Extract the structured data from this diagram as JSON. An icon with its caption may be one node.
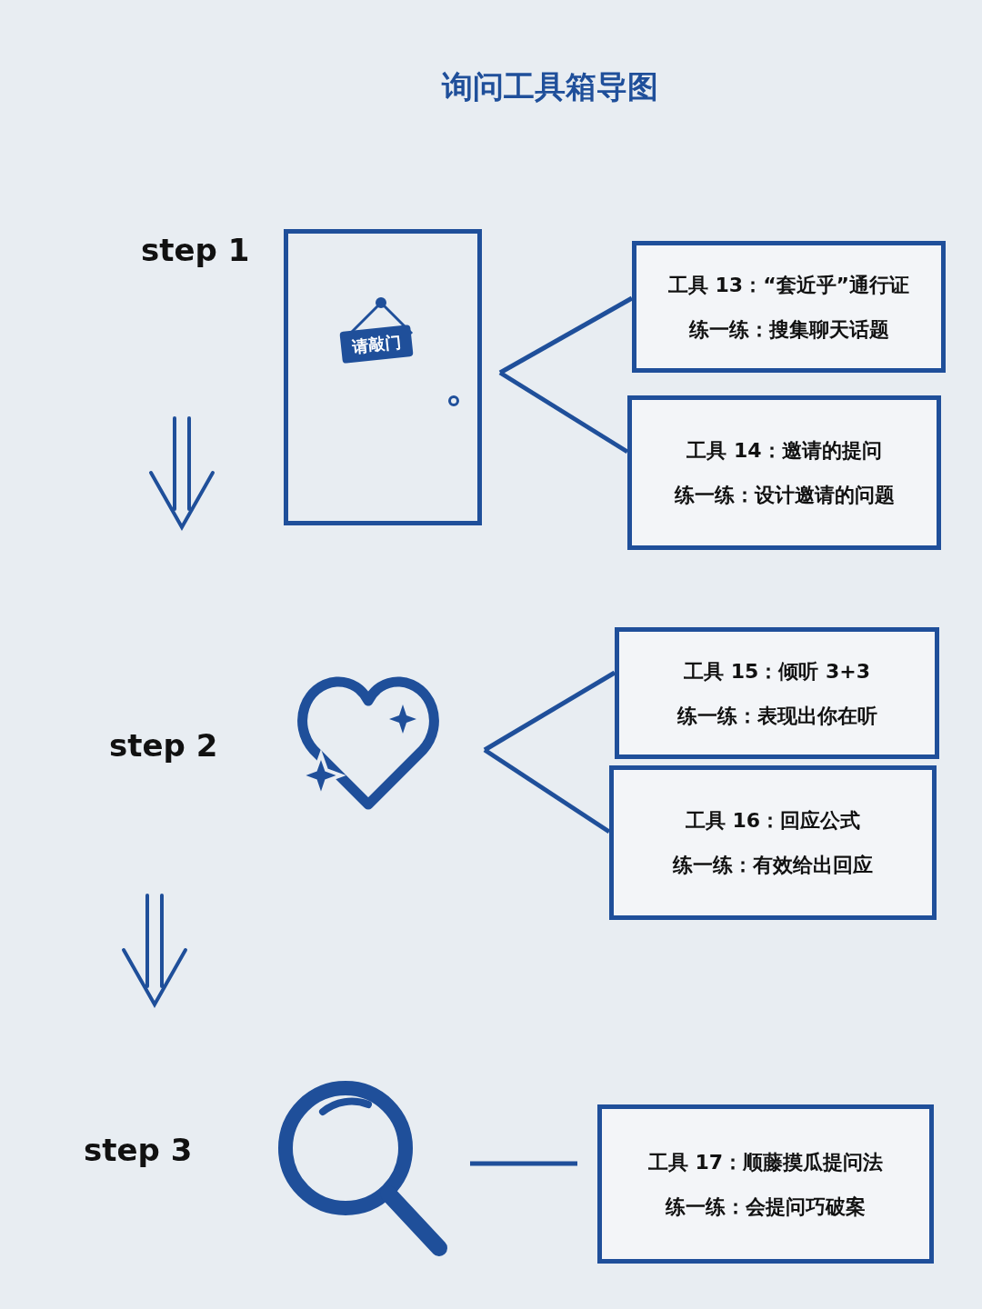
{
  "diagram": {
    "title": "询问工具箱导图",
    "nodes": [
      {
        "text": [
          "请敲门"
        ]
      },
      {
        "text": [
          "工具 13：“套近乎”通行证",
          "练一练：搜集聊天话题"
        ]
      },
      {
        "text": [
          "工具 14：邀请的提问",
          "练一练：设计邀请的问题"
        ]
      },
      {
        "text": [],
        "shape": "heart"
      },
      {
        "text": [
          "工具 15：倾听 3+3",
          "练一练：表现出你在听"
        ]
      },
      {
        "text": [
          "工具 16：回应公式",
          "练一练：有效给出回应"
        ]
      },
      {
        "text": [],
        "shape": "magnifier"
      },
      {
        "text": [
          "工具 17：顺藤摸瓜提问法",
          "练一练：会提问巧破案"
        ]
      }
    ],
    "edges": [
      {
        "from": null,
        "to": 1,
        "arrow": "none"
      },
      {
        "from": null,
        "to": 2,
        "arrow": "none"
      },
      {
        "from": null,
        "to": 4,
        "arrow": "none"
      },
      {
        "from": null,
        "to": 5,
        "arrow": "none"
      },
      {
        "from": 6,
        "to": 7,
        "arrow": "none"
      }
    ],
    "labels": [
      "step 1",
      "step 2",
      "step 3"
    ]
  }
}
